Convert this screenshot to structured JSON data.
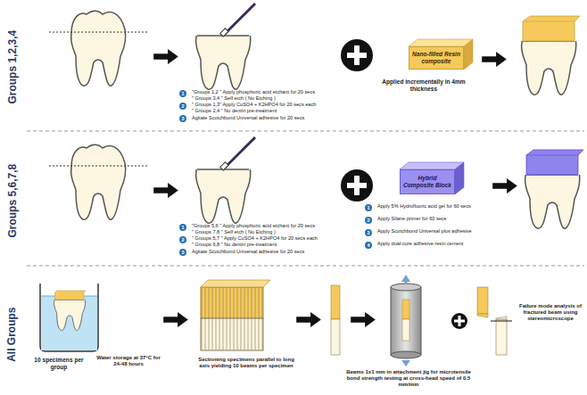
{
  "diagram": {
    "nodes": [
      {
        "text": [
          "Nano-filled Resin composite"
        ]
      },
      {
        "text": [
          "Hybrid Composite Block"
        ]
      }
    ],
    "labels": [
      "Groups 1,2,3,4",
      "1",
      "\"Groups 1,2 \" Apply phosphoric acid etchant for 20 secs",
      "\" Groups 3,4 \" Self etch ( No Etching )",
      "2",
      "\" Groups 1,3\" Apply CuSO4 + K2HPO4 for 20 secs each",
      "\" Groups 2,4 \" No dentin pre-treatment",
      "3",
      "Agitate Scotchbond Universal adhesive for 20 secs",
      "Applied incrementally in 4mm thickness",
      "Groups 5,6,7,8",
      "1",
      "\"Groups 5,6 \" Apply phosphoric acid etchant for 20 secs",
      "\" Groups 7,8 \" Self etch ( No Etching )",
      "2",
      "\" Groups 5,7 \" Apply CuSO4 + K2HPO4 for 20 secs each",
      "\" Groups 6,8 \" No dentin pre-treatment",
      "3",
      "Agitate Scotchbond Universal adhesive for 20 secs",
      "1",
      "Apply 5% Hydrofluoric acid gel for 60 secs",
      "2",
      "Apply Silane primer for 60 secs",
      "3",
      "Apply Scotchbond Universal plus adhesive",
      "4",
      "Apply dual-cure adhesive resin cement",
      "All Groups",
      "10 specimens per group",
      "Water storage at 37°C for 24-48 hours",
      "Sectioning specimens parallel to long axis yielding 10 beams per specimen",
      "Beams 1x1 mm in attachment jig for microtensile bond strength testing at cross-head speed of 0.5 mm/min",
      "Failure mode analysis of fractured beam using stereomicroscope"
    ]
  }
}
